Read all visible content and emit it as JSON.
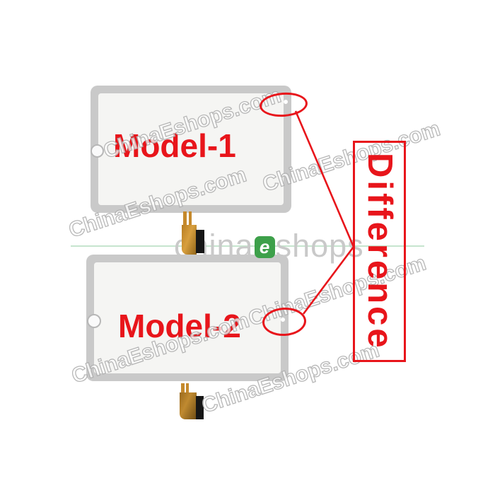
{
  "panels": [
    {
      "label": "Model-1"
    },
    {
      "label": "Model-2"
    }
  ],
  "callout": {
    "label": "Difference"
  },
  "watermarks": {
    "diagonal": "ChinaEshops.com",
    "center_prefix": "china",
    "center_logo_letter": "e",
    "center_suffix": "shops"
  },
  "colors": {
    "annotation_red": "#e8151b",
    "bezel_gray": "#c9c9c9",
    "panel_inner": "#f5f5f3",
    "cable_orange": "#d89f3e",
    "connector_black": "#161616",
    "watermark_gray": "#c0c0c0",
    "logo_green": "#3da04a",
    "center_line_green": "#c6e5ce"
  }
}
